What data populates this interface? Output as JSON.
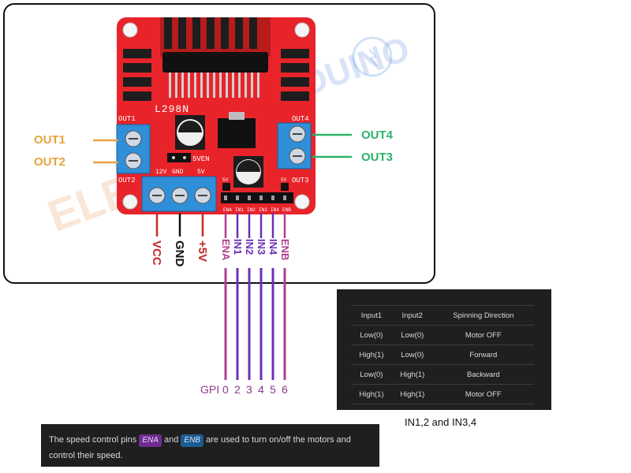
{
  "board": {
    "chip_label": "L298N",
    "out1_header": "OUT1",
    "out2_header": "OUT2",
    "out3_header": "OUT3",
    "out4_header": "OUT4",
    "power_header_12v": "12V",
    "power_header_gnd": "GND",
    "power_header_5v": "5V",
    "jumper_label": "5VEN",
    "pin_header_5v_left": "5V",
    "pin_header_5v_right": "5V",
    "pin_silk": [
      "ENA",
      "IN1",
      "IN2",
      "IN3",
      "IN4",
      "ENB"
    ]
  },
  "labels": {
    "out1": "OUT1",
    "out2": "OUT2",
    "out3": "OUT3",
    "out4": "OUT4",
    "vcc": "VCC",
    "gnd": "GND",
    "plus5v": "+5V",
    "ena": "ENA",
    "in1": "IN1",
    "in2": "IN2",
    "in3": "IN3",
    "in4": "IN4",
    "enb": "ENB"
  },
  "gpio": {
    "prefix": "GPI",
    "pins": [
      "0",
      "2",
      "3",
      "4",
      "5",
      "6"
    ]
  },
  "watermark": {
    "text_left": "ELE",
    "text_right": "DUINO"
  },
  "truth_table": {
    "headers": [
      "Input1",
      "Input2",
      "Spinning Direction"
    ],
    "rows": [
      [
        "Low(0)",
        "Low(0)",
        "Motor OFF"
      ],
      [
        "High(1)",
        "Low(0)",
        "Forward"
      ],
      [
        "Low(0)",
        "High(1)",
        "Backward"
      ],
      [
        "High(1)",
        "High(1)",
        "Motor OFF"
      ]
    ]
  },
  "caption": "IN1,2 and IN3,4",
  "note": {
    "part1": "The speed control pins",
    "ena": "ENA",
    "part2": "and",
    "enb": "ENB",
    "part3": "are used to turn on/off the motors and control their speed."
  },
  "colors": {
    "board_red": "#e8242a",
    "terminal_blue": "#2f8fd8",
    "out_left_orange": "#e8a33c",
    "out_right_green": "#2cb36b",
    "vcc_red": "#c62a2a",
    "gnd_black": "#111111",
    "plus5v_red": "#c62a2a",
    "ena_magenta": "#b03f8f",
    "in_purple": "#6a30b8",
    "enb_magenta": "#b03f8f"
  }
}
